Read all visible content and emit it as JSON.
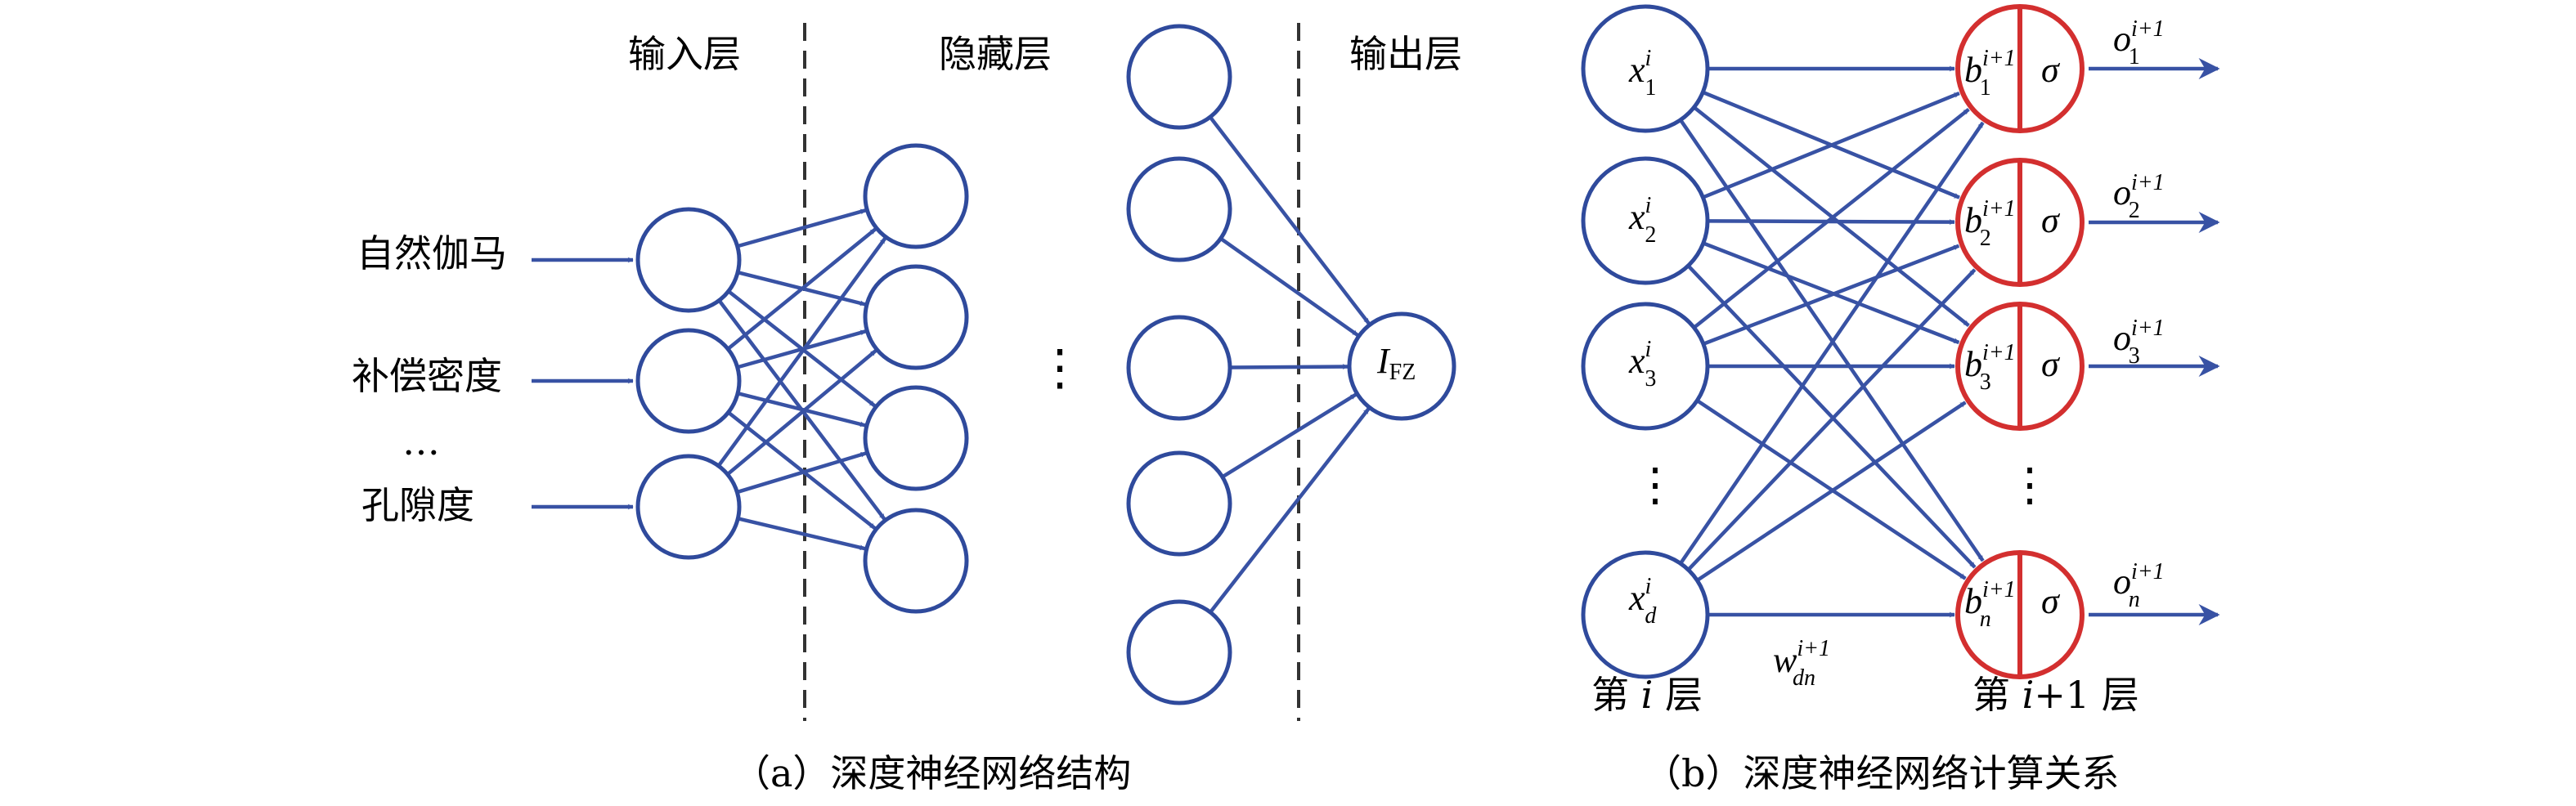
{
  "colors": {
    "node_stroke": "#2f4a9c",
    "edge": "#3852a4",
    "output_node_stroke": "#d32f2f",
    "text": "#000000",
    "divider": "#333333"
  },
  "panel_a": {
    "layer_labels": {
      "input": "输入层",
      "hidden": "隐藏层",
      "output": "输出层"
    },
    "inputs": [
      "自然伽马",
      "补偿密度",
      "…",
      "孔隙度"
    ],
    "hidden_ellipsis": "⋮",
    "output_node": {
      "symbol": "I",
      "subscript": "FZ"
    },
    "caption": "（a）深度神经网络结构"
  },
  "panel_b": {
    "input_nodes": [
      {
        "base": "x",
        "sup": "i",
        "sub": "1"
      },
      {
        "base": "x",
        "sup": "i",
        "sub": "2"
      },
      {
        "base": "x",
        "sup": "i",
        "sub": "3"
      },
      {
        "base": "x",
        "sup": "i",
        "sub": "d"
      }
    ],
    "output_nodes": [
      {
        "bias": "b",
        "bias_sup": "i+1",
        "bias_sub": "1",
        "act": "σ",
        "out": "o",
        "out_sup": "i+1",
        "out_sub": "1"
      },
      {
        "bias": "b",
        "bias_sup": "i+1",
        "bias_sub": "2",
        "act": "σ",
        "out": "o",
        "out_sup": "i+1",
        "out_sub": "2"
      },
      {
        "bias": "b",
        "bias_sup": "i+1",
        "bias_sub": "3",
        "act": "σ",
        "out": "o",
        "out_sup": "i+1",
        "out_sub": "3"
      },
      {
        "bias": "b",
        "bias_sup": "i+1",
        "bias_sub": "n",
        "act": "σ",
        "out": "o",
        "out_sup": "i+1",
        "out_sub": "n"
      }
    ],
    "ellipsis": "⋮",
    "weight": {
      "base": "w",
      "sup": "i+1",
      "sub": "dn"
    },
    "left_layer_label": {
      "pre": "第 ",
      "var": "i",
      "post": " 层"
    },
    "right_layer_label": {
      "pre": "第 ",
      "var": "i",
      "post": "+1 层"
    },
    "caption": "（b）深度神经网络计算关系"
  }
}
